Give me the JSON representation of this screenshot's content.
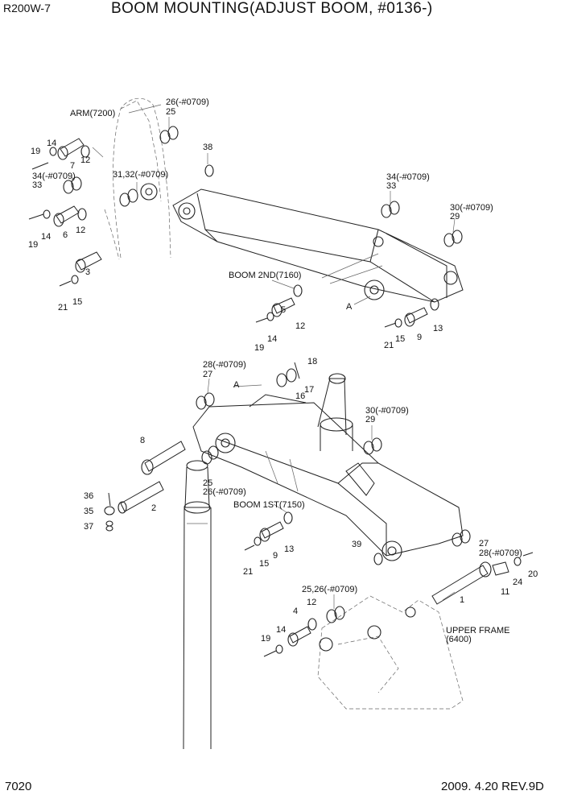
{
  "header": {
    "model": "R200W-7",
    "title": "BOOM MOUNTING(ADJUST BOOM, #0136-)"
  },
  "footer": {
    "page_number": "7020",
    "date_revision": "2009. 4.20  REV.9D"
  },
  "labels": {
    "arm": "ARM(7200)",
    "boom_2nd": "BOOM 2ND(7160)",
    "boom_1st": "BOOM 1ST(7150)",
    "upper_frame": "UPPER FRAME",
    "upper_frame_no": "(6400)",
    "view_a": "A",
    "n26": "26(-#0709)",
    "n25": "25",
    "n38": "38",
    "n14": "14",
    "n19": "19",
    "n7": "7",
    "n12": "12",
    "n34": "34(-#0709)",
    "n33": "33",
    "n3132": "31,32(-#0709)",
    "n6": "6",
    "n3": "3",
    "n15": "15",
    "n21": "21",
    "n30": "30(-#0709)",
    "n29": "29",
    "n5": "5",
    "n9": "9",
    "n13": "13",
    "n18": "18",
    "n17": "17",
    "n16": "16",
    "n28": "28(-#0709)",
    "n27": "27",
    "n8": "8",
    "n36": "36",
    "n35": "35",
    "n37": "37",
    "n2": "2",
    "n39": "39",
    "n1": "1",
    "n11": "11",
    "n24": "24",
    "n20": "20",
    "n4": "4",
    "n2526": "25,26(-#0709)"
  }
}
